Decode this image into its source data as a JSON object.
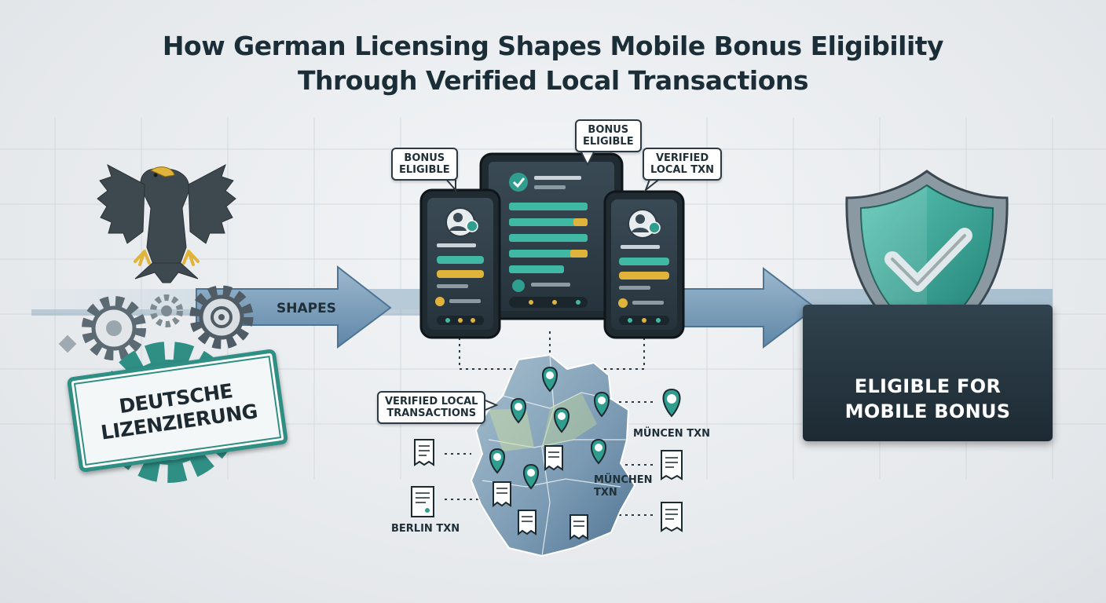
{
  "title": {
    "line1": "How German Licensing Shapes Mobile Bonus Eligibility",
    "line2": "Through Verified Local Transactions"
  },
  "arrow_label": "SHAPES",
  "stamp": {
    "line1": "DEUTSCHE",
    "line2": "LIZENZIERUNG"
  },
  "callouts": {
    "bonus_left": [
      "BONUS",
      "ELIGIBLE"
    ],
    "bonus_top": [
      "BONUS",
      "ELIGIBLE"
    ],
    "verified_right": [
      "VERIFIED",
      "LOCAL TXN"
    ],
    "verified_map": [
      "VERIFIED LOCAL",
      "TRANSACTIONS"
    ]
  },
  "map_labels": {
    "munchen_top": "MÜNCEN TXN",
    "munchen_mid": [
      "MÜNCHEN",
      "TXN"
    ],
    "berlin": "BERLIN TXN"
  },
  "result": {
    "line1": "ELIGIBLE FOR",
    "line2": "MOBILE BONUS"
  },
  "colors": {
    "teal": "#2f9e8f",
    "dark_navy": "#1d2a33",
    "arrow_blue": "#6f95b3",
    "gold": "#e0b43a",
    "map_blue": "#6f8fae"
  },
  "icons": [
    "eagle-icon",
    "gear-icon",
    "shield-check-icon",
    "phone-icon",
    "tablet-icon",
    "location-pin-icon",
    "receipt-icon",
    "check-icon",
    "user-avatar-icon"
  ]
}
